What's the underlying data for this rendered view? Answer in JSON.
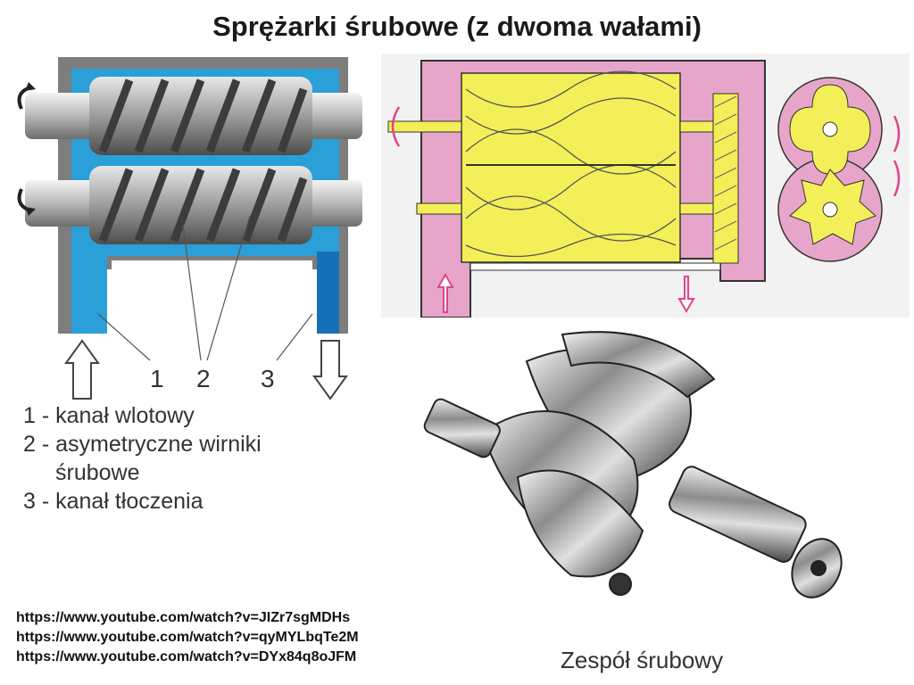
{
  "title": "Sprężarki śrubowe  (z dwoma wałami)",
  "left_diagram": {
    "callouts": [
      "1",
      "2",
      "3"
    ],
    "legend": [
      "1 - kanał wlotowy",
      "2 - asymetryczne wirniki",
      "śrubowe",
      "3 - kanał tłoczenia"
    ],
    "colors": {
      "housing": "#7d7d7d",
      "channel": "#2a9fd8",
      "channel_dark": "#1670b8"
    }
  },
  "right_diagram": {
    "colors": {
      "rotor": "#f3ef58",
      "casing": "#e7a6c9",
      "bg": "#f2f2f2"
    }
  },
  "links": [
    "https://www.youtube.com/watch?v=JIZr7sgMDHs",
    "https://www.youtube.com/watch?v=qyMYLbqTe2M",
    "https://www.youtube.com/watch?v=DYx84q8oJFM"
  ],
  "photo_caption": "Zespół śrubowy"
}
